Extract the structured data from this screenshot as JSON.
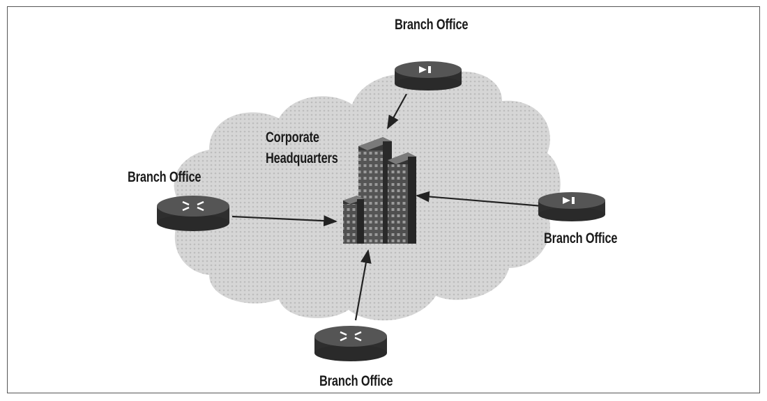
{
  "diagram": {
    "hq_label_line1": "Corporate",
    "hq_label_line2": "Headquarters",
    "branch_top": "Branch Office",
    "branch_left": "Branch Office",
    "branch_right": "Branch Office",
    "branch_bottom": "Branch Office",
    "nodes": [
      {
        "id": "hq",
        "kind": "building-icon"
      },
      {
        "id": "branch-top",
        "kind": "vpn-device-icon"
      },
      {
        "id": "branch-left",
        "kind": "router-icon"
      },
      {
        "id": "branch-right",
        "kind": "vpn-device-icon"
      },
      {
        "id": "branch-bottom",
        "kind": "router-icon"
      }
    ],
    "links": [
      {
        "from": "branch-top",
        "to": "hq"
      },
      {
        "from": "branch-left",
        "to": "hq"
      },
      {
        "from": "branch-right",
        "to": "hq"
      },
      {
        "from": "branch-bottom",
        "to": "hq"
      }
    ],
    "colors": {
      "cloud": "#d4d4d4",
      "device": "#2e2e2e",
      "frame": "#555555"
    }
  }
}
